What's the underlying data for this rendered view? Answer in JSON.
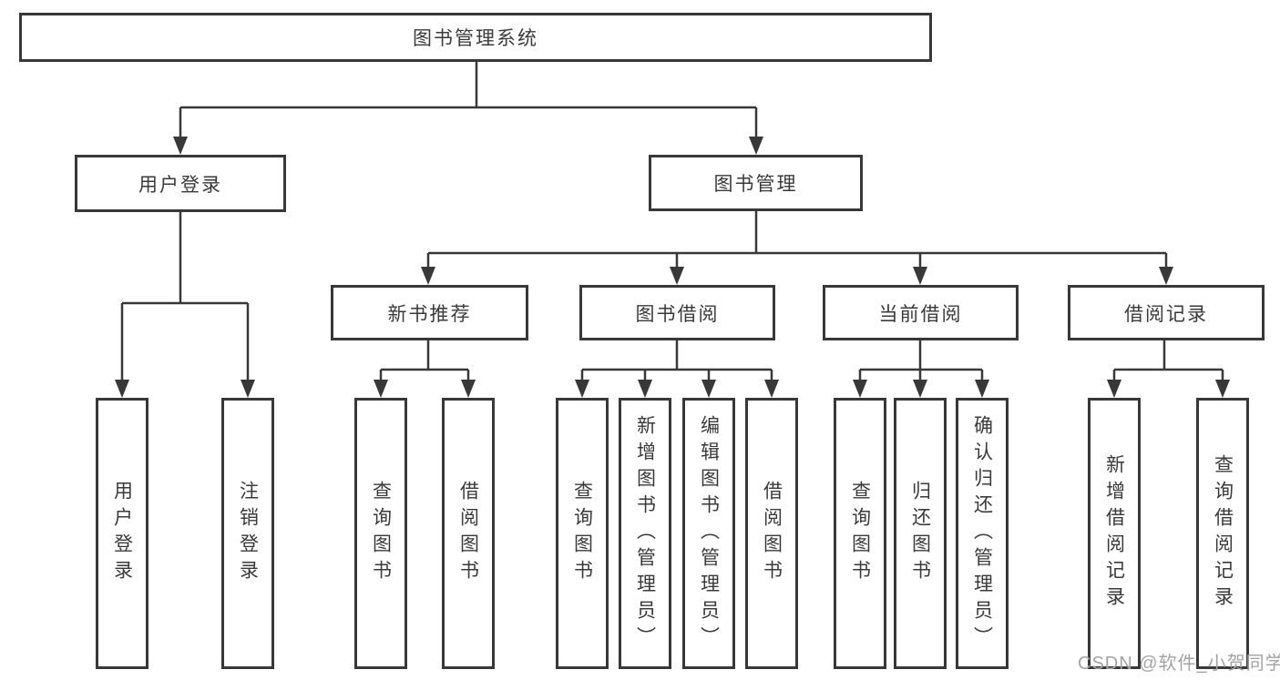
{
  "diagram": {
    "root": {
      "label": "图书管理系统"
    },
    "level2": [
      {
        "label": "用户登录"
      },
      {
        "label": "图书管理"
      }
    ],
    "level3": [
      {
        "label": "新书推荐"
      },
      {
        "label": "图书借阅"
      },
      {
        "label": "当前借阅"
      },
      {
        "label": "借阅记录"
      }
    ],
    "leaves": {
      "user_login": [
        "用户登录",
        "注销登录"
      ],
      "new_book": [
        "查询图书",
        "借阅图书"
      ],
      "book_borrow": [
        "查询图书",
        "新增图书（管理员）",
        "编辑图书（管理员）",
        "借阅图书"
      ],
      "current_borrow": [
        "查询图书",
        "归还图书",
        "确认归还（管理员）"
      ],
      "borrow_records": [
        "新增借阅记录",
        "查询借阅记录"
      ]
    },
    "watermark": "CSDN @软件_小贺同学",
    "colors": {
      "line": "#383838",
      "text": "#3a3a3a",
      "watermark": "#a3a3a3",
      "background": "#ffffff"
    }
  }
}
